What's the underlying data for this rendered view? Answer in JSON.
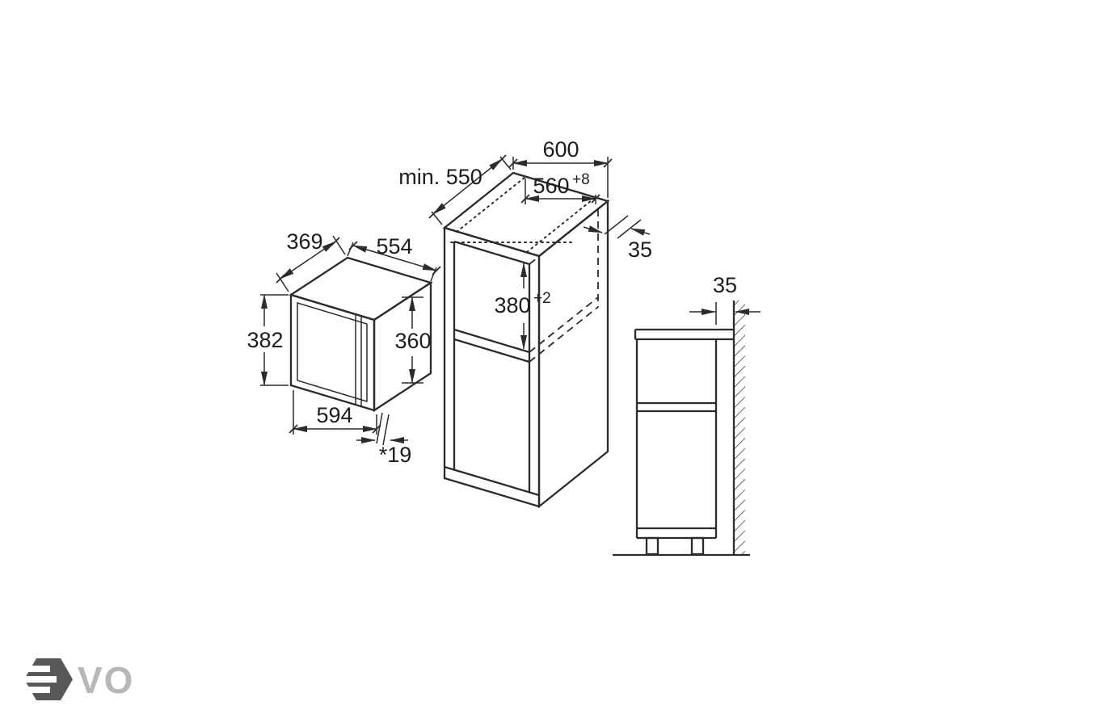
{
  "drawing": {
    "appliance": {
      "depth": "369",
      "top_width": "554",
      "height": "382",
      "front_height": "360",
      "front_width": "594",
      "protrusion": "*19"
    },
    "niche": {
      "min_depth": "min. 550",
      "cabinet_width": "600",
      "opening_width": "560",
      "opening_width_tolerance": "+8",
      "opening_height": "380",
      "opening_height_tolerance": "+2",
      "rear_clearance": "35"
    },
    "side_view": {
      "wall_clearance": "35"
    }
  },
  "logo": {
    "icon": "hexagon-e-icon",
    "text": "VO"
  }
}
